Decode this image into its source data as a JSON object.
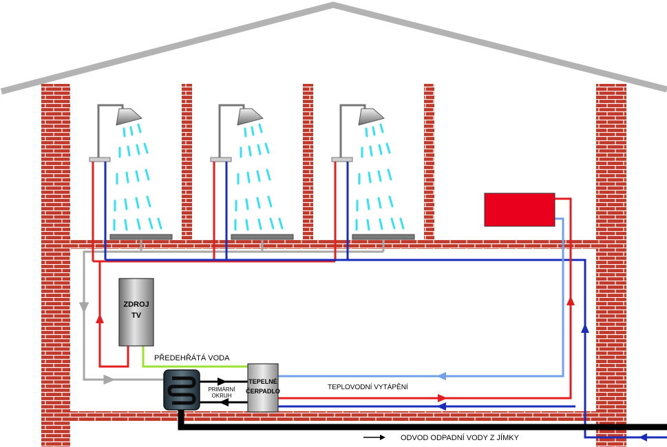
{
  "labels": {
    "heat_source": [
      "ZDROJ",
      "TV"
    ],
    "preheated_water": "PŘEDEHŘÁTÁ VODA",
    "heat_pump": [
      "TEPELNÉ",
      "ČERPADLO"
    ],
    "primary_circuit": [
      "PRIMÁRNÍ",
      "OKRUH"
    ],
    "water_heating": "TEPLOVODNÍ VYTÁPĚNÍ",
    "waste_drain": "ODVOD ODPADNÍ VODY Z JÍMKY"
  },
  "colors": {
    "brick": "#c0392b",
    "mortar": "#ffffff",
    "roof": "#b3b3b3",
    "hot_pipe": "#e41e1e",
    "cold_pipe": "#1a2db8",
    "grey_pipe": "#a6a6a6",
    "light_blue_pipe": "#6fa0e8",
    "green_pipe": "#9be22e",
    "drain_pipe": "#000000",
    "radiator": "#e8001c",
    "water_spray": "#36e0f2"
  },
  "shower_count": 3
}
